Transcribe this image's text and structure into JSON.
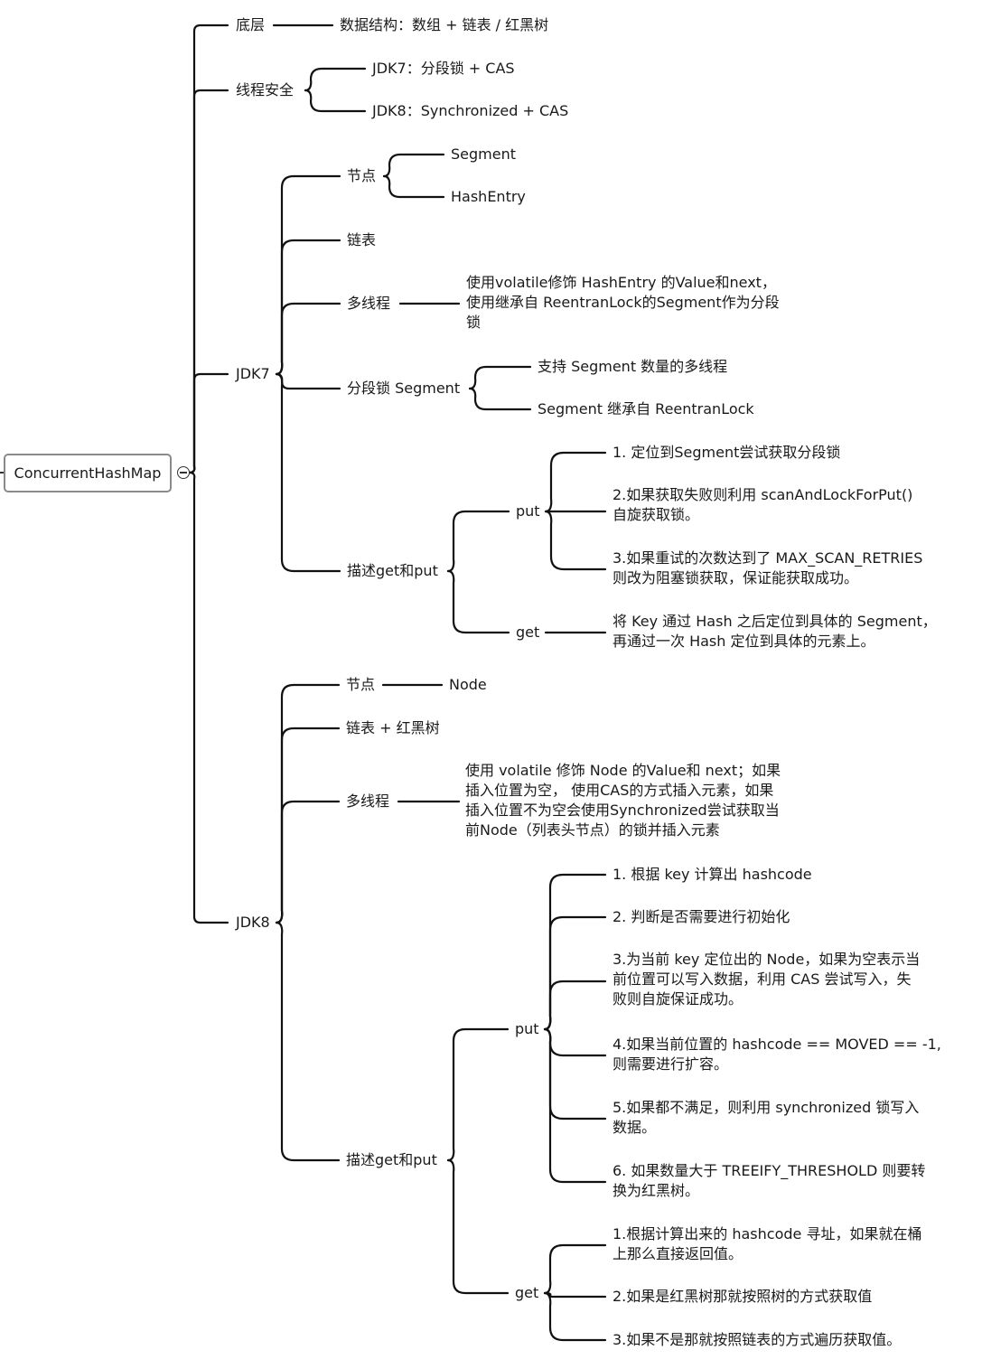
{
  "root": {
    "label": "ConcurrentHashMap"
  },
  "nodes": {
    "bottom": "底层",
    "bottom_detail": "数据结构：数组 + 链表 / 红黑树",
    "thread_safety": "线程安全",
    "ts_jdk7": "JDK7：分段锁 + CAS",
    "ts_jdk8": "JDK8：Synchronized + CAS",
    "jdk7": "JDK7",
    "jdk7_node": "节点",
    "jdk7_segment": "Segment",
    "jdk7_hashentry": "HashEntry",
    "jdk7_list": "链表",
    "jdk7_mt": "多线程",
    "jdk7_mt_detail": "使用volatile修饰 HashEntry 的Value和next，\n使用继承自 ReentranLock的Segment作为分段\n锁",
    "jdk7_seglock": "分段锁 Segment",
    "jdk7_seglock_1": "支持 Segment 数量的多线程",
    "jdk7_seglock_2": "Segment 继承自 ReentranLock",
    "jdk7_getput": "描述get和put",
    "jdk7_put": "put",
    "jdk7_put_1": "1. 定位到Segment尝试获取分段锁",
    "jdk7_put_2": "2.如果获取失败则利用 scanAndLockForPut()\n自旋获取锁。",
    "jdk7_put_3": "3.如果重试的次数达到了 MAX_SCAN_RETRIES\n则改为阻塞锁获取，保证能获取成功。",
    "jdk7_get": "get",
    "jdk7_get_1": "将 Key 通过 Hash 之后定位到具体的 Segment，\n再通过一次 Hash 定位到具体的元素上。",
    "jdk8": "JDK8",
    "jdk8_node": "节点",
    "jdk8_node_detail": "Node",
    "jdk8_list": "链表 + 红黑树",
    "jdk8_mt": "多线程",
    "jdk8_mt_detail": "使用 volatile 修饰 Node 的Value和 next；如果\n插入位置为空， 使用CAS的方式插入元素，如果\n插入位置不为空会使用Synchronized尝试获取当\n前Node（列表头节点）的锁并插入元素",
    "jdk8_getput": "描述get和put",
    "jdk8_put": "put",
    "jdk8_put_1": "1. 根据 key 计算出 hashcode",
    "jdk8_put_2": "2. 判断是否需要进行初始化",
    "jdk8_put_3": "3.为当前 key 定位出的 Node，如果为空表示当\n前位置可以写入数据，利用 CAS 尝试写入，失\n败则自旋保证成功。",
    "jdk8_put_4": "4.如果当前位置的 hashcode == MOVED == -1,\n则需要进行扩容。",
    "jdk8_put_5": "5.如果都不满足，则利用 synchronized 锁写入\n数据。",
    "jdk8_put_6": "6. 如果数量大于 TREEIFY_THRESHOLD 则要转\n换为红黑树。",
    "jdk8_get": "get",
    "jdk8_get_1": "1.根据计算出来的 hashcode 寻址，如果就在桶\n上那么直接返回值。",
    "jdk8_get_2": "2.如果是红黑树那就按照树的方式获取值",
    "jdk8_get_3": "3.如果不是那就按照链表的方式遍历获取值。"
  },
  "icons": {
    "collapse": "collapse-minus-icon"
  }
}
